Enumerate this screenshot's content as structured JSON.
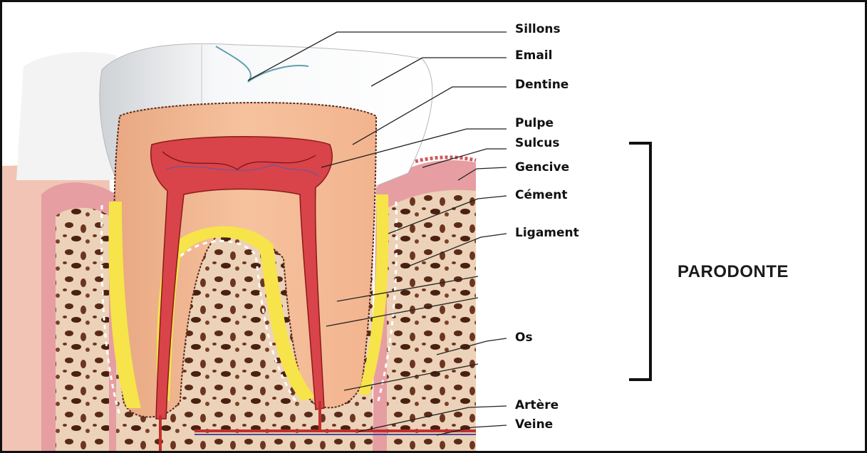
{
  "diagram": {
    "labels": {
      "sillons": "Sillons",
      "email": "Email",
      "dentine": "Dentine",
      "pulpe": "Pulpe",
      "sulcus": "Sulcus",
      "gencive": "Gencive",
      "cement": "Cément",
      "ligament": "Ligament",
      "os": "Os",
      "artere": "Artère",
      "veine": "Veine"
    },
    "group_label": "PARODONTE"
  },
  "colors": {
    "enamel": "#f4f5f6",
    "dentin": "#f2b48e",
    "pulp": "#d8444a",
    "gum": "#e9a2a5",
    "cementum": "#f6e44a",
    "bone": "#ecd2b8",
    "bone_pores": "#5a2a18",
    "artery": "#c2302c",
    "vein": "#4a4a9a"
  }
}
